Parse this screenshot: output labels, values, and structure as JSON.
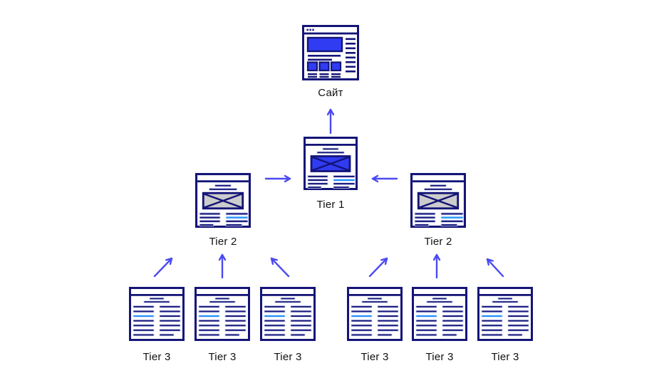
{
  "diagram": {
    "site": {
      "label": "Сайт",
      "icon": "website-browser-icon"
    },
    "tier1": {
      "label": "Tier 1",
      "icon": "article-page-blue-image-icon"
    },
    "tier2": [
      {
        "label": "Tier 2",
        "icon": "article-page-gray-image-icon"
      },
      {
        "label": "Tier 2",
        "icon": "article-page-gray-image-icon"
      }
    ],
    "tier3": [
      {
        "label": "Tier 3",
        "icon": "text-page-icon"
      },
      {
        "label": "Tier 3",
        "icon": "text-page-icon"
      },
      {
        "label": "Tier 3",
        "icon": "text-page-icon"
      },
      {
        "label": "Tier 3",
        "icon": "text-page-icon"
      },
      {
        "label": "Tier 3",
        "icon": "text-page-icon"
      },
      {
        "label": "Tier 3",
        "icon": "text-page-icon"
      }
    ],
    "arrows": [
      {
        "name": "tier1-to-site",
        "direction": "up"
      },
      {
        "name": "tier2-left-to-tier1",
        "direction": "right"
      },
      {
        "name": "tier2-right-to-tier1",
        "direction": "left"
      },
      {
        "name": "tier3-1-to-tier2-left",
        "direction": "up-right"
      },
      {
        "name": "tier3-2-to-tier2-left",
        "direction": "up"
      },
      {
        "name": "tier3-3-to-tier2-left",
        "direction": "up-left"
      },
      {
        "name": "tier3-4-to-tier2-right",
        "direction": "up-right"
      },
      {
        "name": "tier3-5-to-tier2-right",
        "direction": "up"
      },
      {
        "name": "tier3-6-to-tier2-right",
        "direction": "up-left"
      }
    ],
    "colors": {
      "icon_outline": "#141478",
      "icon_fill_blue": "#2f3cf2",
      "accent_light_blue": "#1e8fff",
      "image_placeholder_gray": "#cccccc",
      "arrow": "#4a4af2",
      "label_text": "#111111",
      "background": "#ffffff"
    }
  }
}
